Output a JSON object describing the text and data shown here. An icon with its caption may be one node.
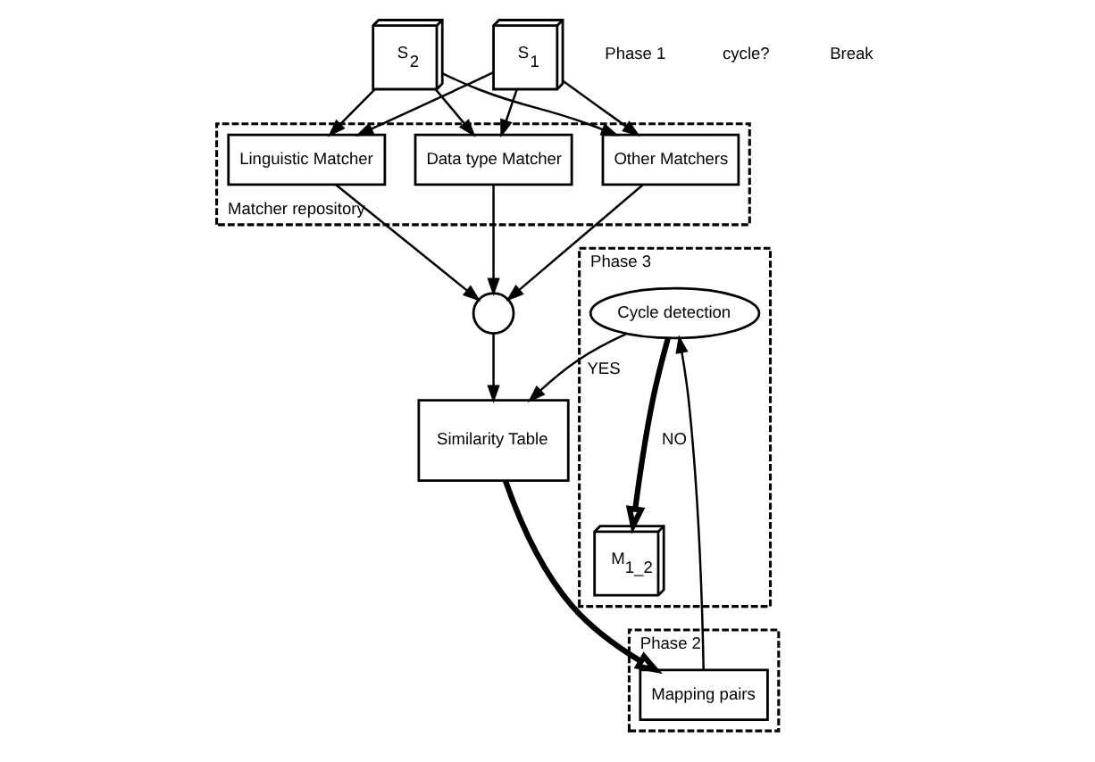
{
  "diagram": {
    "nodes": [
      {
        "text": [
          "S$_{2}$"
        ]
      },
      {
        "text": [
          "S$_{1}$"
        ]
      },
      {
        "text": [
          "Matcher repository"
        ]
      },
      {
        "text": [
          "Linguistic Matcher"
        ],
        "in": 2
      },
      {
        "text": [
          "Data type Matcher"
        ],
        "in": 2
      },
      {
        "text": [
          "Other Matchers"
        ],
        "in": 2
      },
      {
        "text": [],
        "shape": "circle"
      },
      {
        "text": [
          "Similarity Table"
        ]
      },
      {
        "text": [
          "Phase 2"
        ]
      },
      {
        "text": [
          "Mapping pairs"
        ],
        "in": 8
      },
      {
        "text": [
          "Phase 3"
        ]
      },
      {
        "text": [
          "Cycle detection"
        ],
        "in": 10
      },
      {
        "text": [
          "M$_{1_2}$"
        ],
        "in": 10
      }
    ],
    "edges": [
      {
        "from": 0,
        "to": 3,
        "arrow": "to"
      },
      {
        "from": 0,
        "to": 4,
        "arrow": "to"
      },
      {
        "from": 0,
        "to": 5,
        "arrow": "to"
      },
      {
        "from": 1,
        "to": 3,
        "arrow": "to"
      },
      {
        "from": 1,
        "to": 4,
        "arrow": "to"
      },
      {
        "from": 1,
        "to": 5,
        "arrow": "to"
      },
      {
        "from": 3,
        "to": 6,
        "arrow": "to"
      },
      {
        "from": 4,
        "to": 6,
        "arrow": "to"
      },
      {
        "from": 5,
        "to": 6,
        "arrow": "to"
      },
      {
        "from": 6,
        "to": 7,
        "arrow": "to"
      },
      {
        "from": 7,
        "to": 9,
        "arrow": "to",
        "style": "thick"
      },
      {
        "from": 9,
        "to": 11,
        "arrow": "to"
      },
      {
        "from": 11,
        "to": 7,
        "arrow": "to",
        "label": "YES"
      },
      {
        "from": 11,
        "to": 12,
        "arrow": "to",
        "label": "NO",
        "style": "thick"
      }
    ],
    "labels": [
      "Phase 1",
      "cycle?",
      "Break"
    ]
  }
}
